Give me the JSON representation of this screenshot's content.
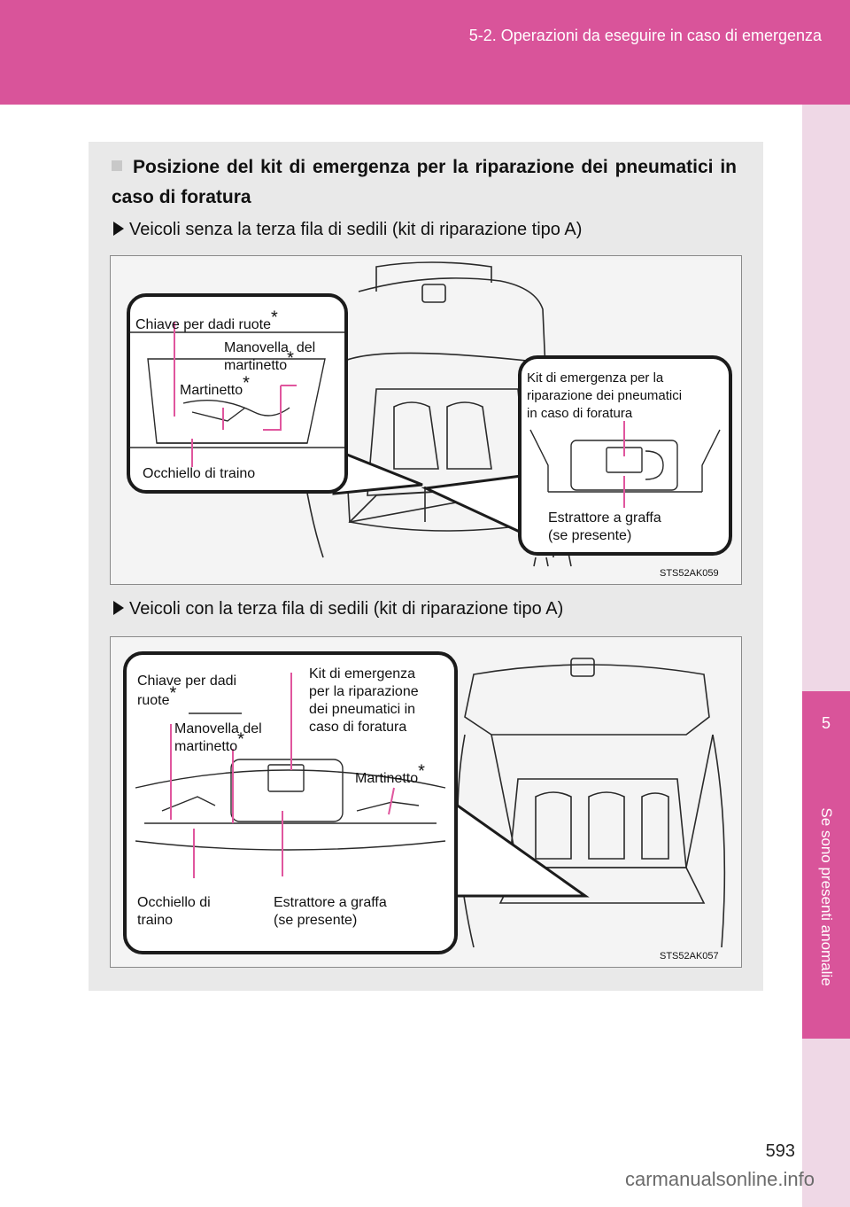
{
  "header": {
    "title": "5-2. Operazioni da eseguire in caso di emergenza"
  },
  "chapter": {
    "number": "5",
    "label": "Se sono presenti anomalie"
  },
  "page_number": "593",
  "watermark": "carmanualsonline.info",
  "section": {
    "title": "Posizione del kit di emergenza per la riparazione dei pneumatici in caso di foratura"
  },
  "figure1": {
    "subtitle": "Veicoli senza la terza fila di sedili (kit di riparazione tipo A)",
    "code": "STS52AK059",
    "labels": {
      "wrench": "Chiave per dadi ruote",
      "handle_1": "Manovella",
      "handle_2": "del",
      "handle_3": "martinetto",
      "jack": "Martinetto",
      "tow": "Occhiello di traino",
      "kit_1": "Kit di emergenza per la",
      "kit_2": "riparazione dei pneumatici",
      "kit_3": "in caso di foratura",
      "puller_1": "Estrattore a graffa",
      "puller_2": "(se presente)"
    }
  },
  "figure2": {
    "subtitle": "Veicoli con la terza fila di sedili (kit di riparazione tipo A)",
    "code": "STS52AK057",
    "labels": {
      "wrench_1": "Chiave per dadi",
      "wrench_2": "ruote",
      "kit_1": "Kit di emergenza",
      "kit_2": "per la riparazione",
      "kit_3": "dei pneumatici in",
      "kit_4": "caso di foratura",
      "handle_1": "Manovella del",
      "handle_2": "martinetto",
      "jack": "Martinetto",
      "tow_1": "Occhiello di",
      "tow_2": "traino",
      "puller_1": "Estrattore a graffa",
      "puller_2": "(se presente)"
    }
  },
  "star": "*",
  "colors": {
    "accent": "#d9549a",
    "side_tab": "#efd8e6",
    "panel": "#e9e9e9",
    "leader": "#e0569e"
  }
}
